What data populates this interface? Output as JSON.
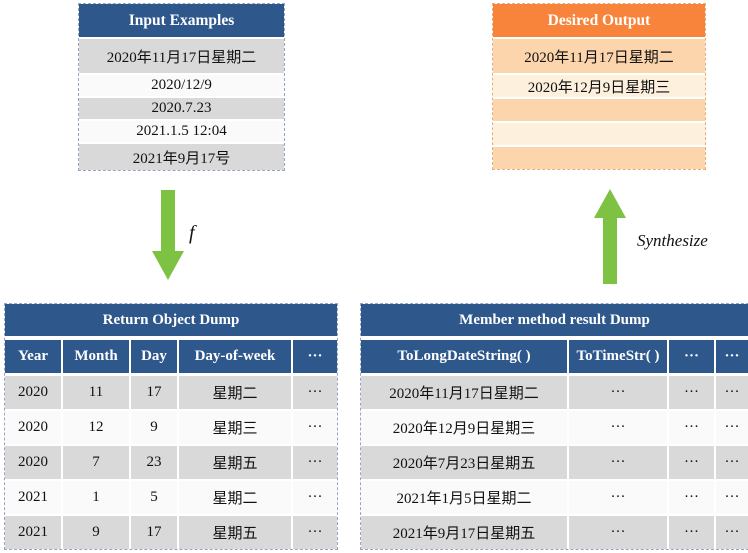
{
  "input_examples": {
    "title": "Input Examples",
    "rows": [
      "2020年11月17日星期二",
      "2020/12/9",
      "2020.7.23",
      "2021.1.5 12:04",
      "2021年9月17号"
    ]
  },
  "desired_output": {
    "title": "Desired Output",
    "rows": [
      "2020年11月17日星期二",
      "2020年12月9日星期三",
      "",
      "",
      ""
    ]
  },
  "arrows": {
    "f_label": "f",
    "synthesize_label": "Synthesize"
  },
  "return_object_dump": {
    "title": "Return Object Dump",
    "columns": [
      "Year",
      "Month",
      "Day",
      "Day-of-week",
      "···"
    ],
    "rows": [
      [
        "2020",
        "11",
        "17",
        "星期二",
        "···"
      ],
      [
        "2020",
        "12",
        "9",
        "星期三",
        "···"
      ],
      [
        "2020",
        "7",
        "23",
        "星期五",
        "···"
      ],
      [
        "2021",
        "1",
        "5",
        "星期二",
        "···"
      ],
      [
        "2021",
        "9",
        "17",
        "星期五",
        "···"
      ]
    ]
  },
  "member_method_dump": {
    "title": "Member method result Dump",
    "columns": [
      "ToLongDateString( )",
      "ToTimeStr( )",
      "···",
      "···"
    ],
    "rows": [
      [
        "2020年11月17日星期二",
        "···",
        "···",
        "···"
      ],
      [
        "2020年12月9日星期三",
        "···",
        "···",
        "···"
      ],
      [
        "2020年7月23日星期五",
        "···",
        "···",
        "···"
      ],
      [
        "2021年1月5日星期二",
        "···",
        "···",
        "···"
      ],
      [
        "2021年9月17日星期五",
        "···",
        "···",
        "···"
      ]
    ]
  },
  "colors": {
    "blue_header": "#2E578C",
    "orange_header": "#F8833B",
    "gray_row": "#D9D9D9",
    "white_row": "#FAFAFA",
    "light_orange_row": "#FCD5AC",
    "cream_row": "#FDF0DD",
    "arrow_green": "#7DC242"
  }
}
